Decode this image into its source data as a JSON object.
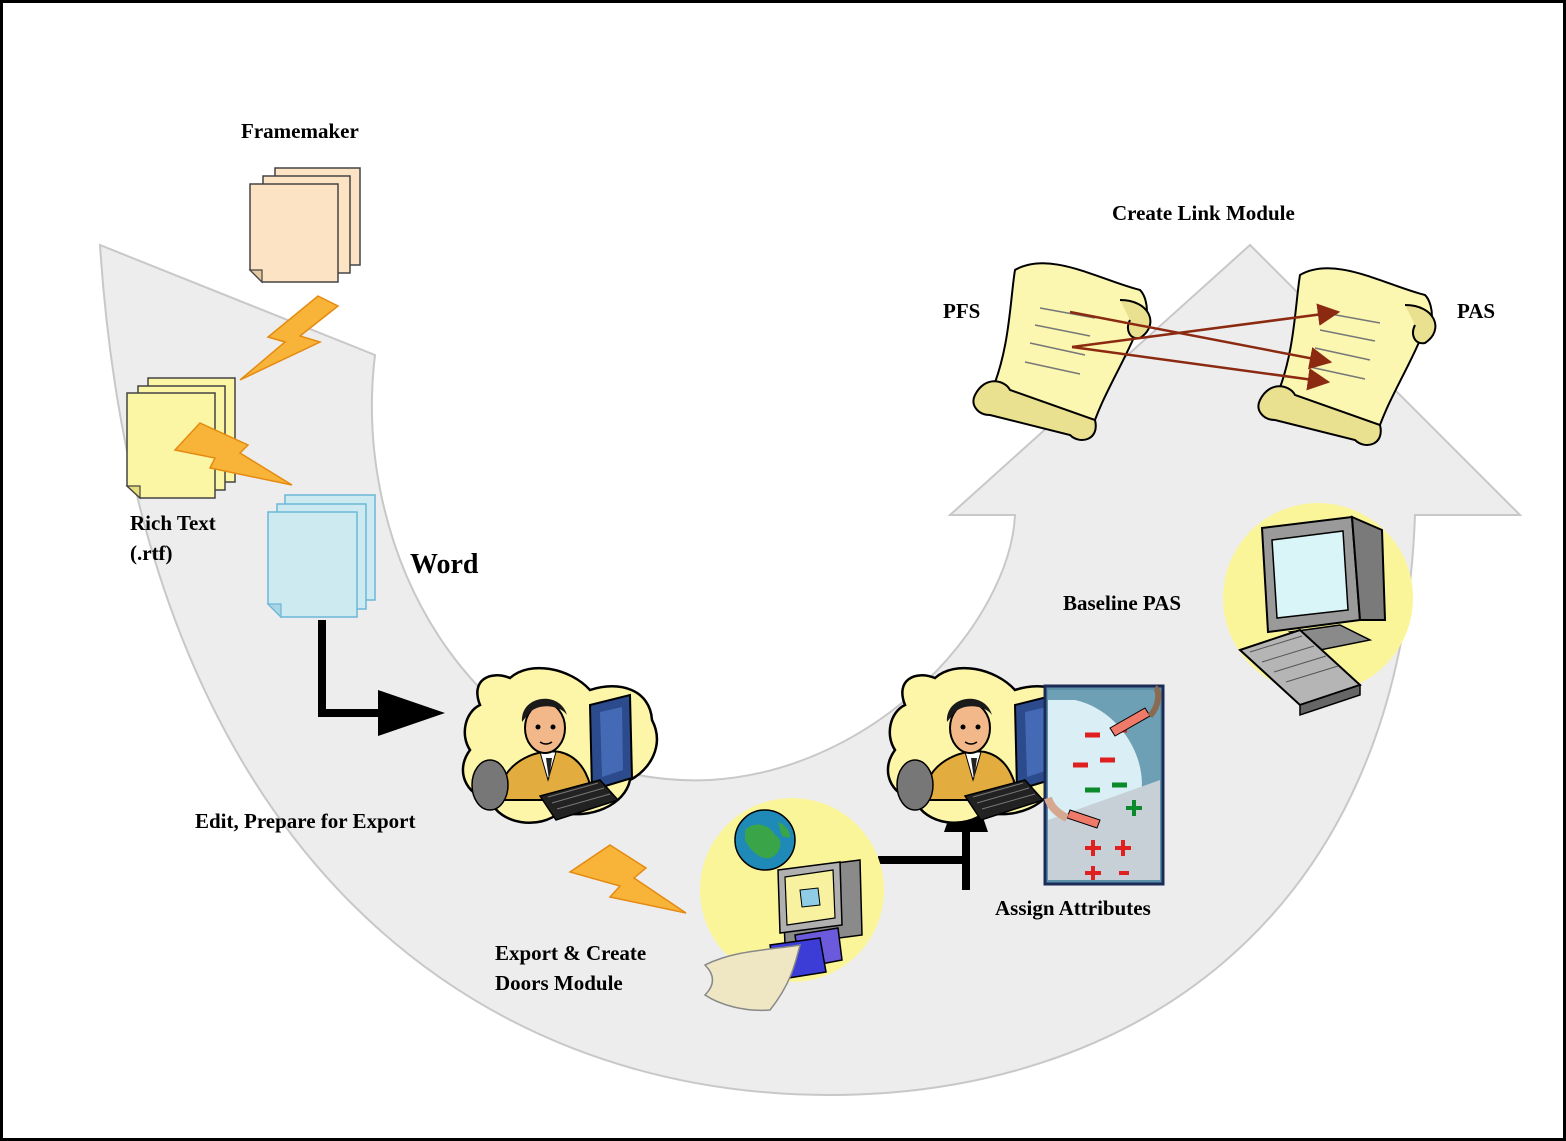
{
  "labels": {
    "framemaker": "Framemaker",
    "rich_text_line1": "Rich Text",
    "rich_text_line2": "(.rtf)",
    "word": "Word",
    "edit_prepare": "Edit, Prepare for Export",
    "export_line1": "Export & Create",
    "export_line2": "Doors Module",
    "assign_attributes": "Assign Attributes",
    "baseline_pas": "Baseline PAS",
    "create_link_module": "Create Link Module",
    "pfs": "PFS",
    "pas": "PAS"
  },
  "colors": {
    "big_arrow_fill": "#ededed",
    "big_arrow_stroke": "#c8c8c8",
    "framemaker_doc": "#fbe3c3",
    "rich_text_doc": "#fbf6a4",
    "word_doc": "#cdeaf1",
    "word_doc_stroke": "#6bb7d9",
    "lightning": "#f7b439",
    "scroll": "#fbf6b0",
    "link_arrow": "#8b2a10",
    "spotlight": "#fbf59a"
  },
  "icons": {
    "framemaker": "document-stack-icon",
    "rich_text": "document-stack-icon",
    "word": "document-stack-icon",
    "lightning": "lightning-icon",
    "user_at_computer": "user-at-computer-icon",
    "globe_computer": "globe-computer-icon",
    "edit_marks": "edit-marks-icon",
    "computer": "computer-icon",
    "scroll": "scroll-icon"
  }
}
